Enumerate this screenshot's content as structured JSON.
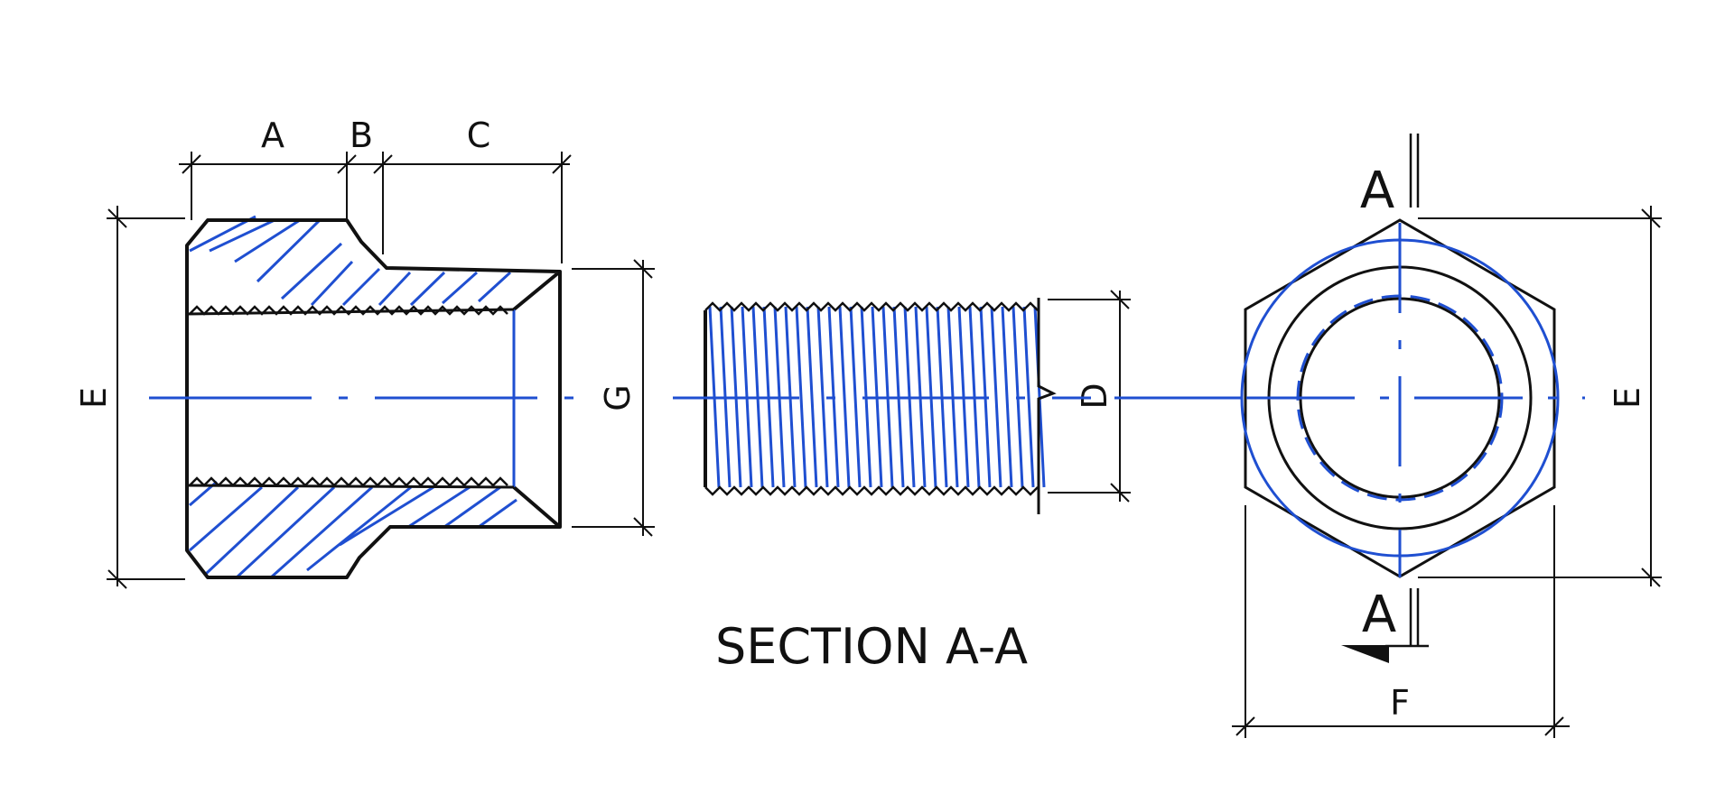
{
  "colors": {
    "outline": "#111111",
    "accent": "#1f4fd1",
    "background": "#ffffff"
  },
  "labels": {
    "A": "A",
    "B": "B",
    "C": "C",
    "D": "D",
    "E": "E",
    "F": "F",
    "G": "G"
  },
  "section": {
    "mark": "A",
    "caption": "SECTION A-A"
  }
}
